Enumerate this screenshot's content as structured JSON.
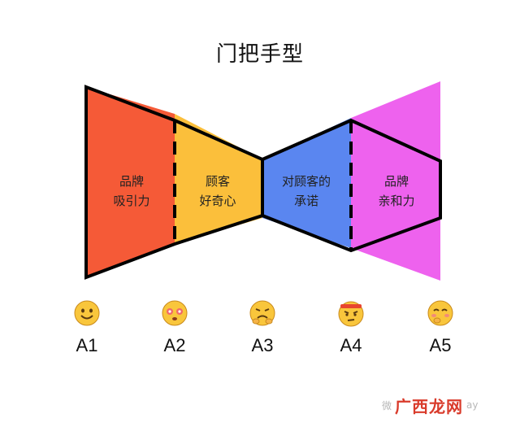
{
  "title": "门把手型",
  "sections": [
    {
      "line1": "品牌",
      "line2": "吸引力",
      "color": "#f55a37"
    },
    {
      "line1": "顾客",
      "line2": "好奇心",
      "color": "#fbbf3b"
    },
    {
      "line1": "对顾客的",
      "line2": "承诺",
      "color": "#5a86f0"
    },
    {
      "line1": "品牌",
      "line2": "亲和力",
      "color": "#ee62ee"
    }
  ],
  "emojis": [
    {
      "label": "A1",
      "icon": "smiling-face-icon"
    },
    {
      "label": "A2",
      "icon": "heart-eyes-face-icon"
    },
    {
      "label": "A3",
      "icon": "anxious-face-icon"
    },
    {
      "label": "A4",
      "icon": "angry-face-icon"
    },
    {
      "label": "A5",
      "icon": "blushing-face-icon"
    }
  ],
  "watermark": {
    "brand": "广西龙网",
    "faint_prefix": "微",
    "faint_suffix": "ay"
  }
}
